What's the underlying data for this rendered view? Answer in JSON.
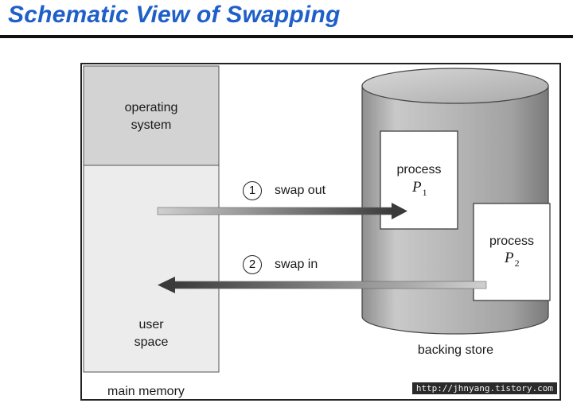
{
  "title": "Schematic View of Swapping",
  "memory": {
    "os_label_line1": "operating",
    "os_label_line2": "system",
    "user_label_line1": "user",
    "user_label_line2": "space",
    "caption": "main memory"
  },
  "swap_out": {
    "step": "1",
    "label": "swap out"
  },
  "swap_in": {
    "step": "2",
    "label": "swap in"
  },
  "process1": {
    "word": "process",
    "name": "P",
    "subscript": "1"
  },
  "process2": {
    "word": "process",
    "name": "P",
    "subscript": "2"
  },
  "backing_store": {
    "caption": "backing store"
  },
  "watermark": "http://jhnyang.tistory.com",
  "colors": {
    "title": "#1f5fc8",
    "os_region": "#d3d3d3",
    "user_region": "#ececec",
    "cylinder_body": "#b5b5b5",
    "arrow_dark": "#3a3a3a"
  }
}
